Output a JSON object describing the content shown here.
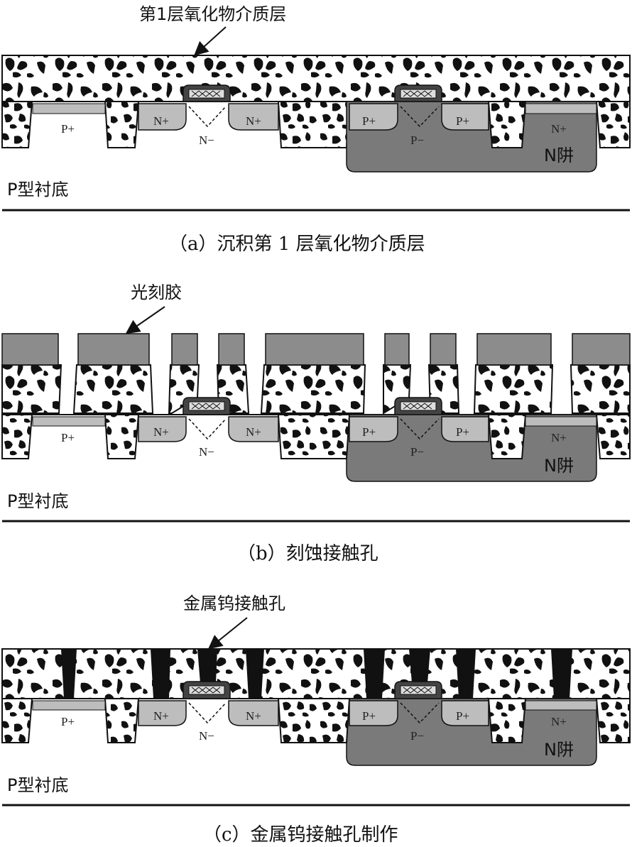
{
  "panels": [
    {
      "caption": "（a）沉积第 1 层氧化物介质层",
      "callout": "第1层氧化物介质层",
      "substrate": "P型衬底",
      "labels": {
        "p_plus_1": "P+",
        "n_plus_1": "N+",
        "n_plus_2": "N+",
        "n_minus": "N−",
        "p_plus_2": "P+",
        "p_plus_3": "P+",
        "p_minus": "P−",
        "n_plus_3": "N+",
        "n_well": "N阱"
      }
    },
    {
      "caption": "（b）刻蚀接触孔",
      "callout": "光刻胶",
      "substrate": "P型衬底",
      "labels": {
        "p_plus_1": "P+",
        "n_plus_1": "N+",
        "n_plus_2": "N+",
        "n_minus": "N−",
        "p_plus_2": "P+",
        "p_plus_3": "P+",
        "p_minus": "P−",
        "n_plus_3": "N+",
        "n_well": "N阱"
      }
    },
    {
      "caption": "（c）金属钨接触孔制作",
      "callout": "金属钨接触孔",
      "substrate": "P型衬底",
      "labels": {
        "p_plus_1": "P+",
        "n_plus_1": "N+",
        "n_plus_2": "N+",
        "n_minus": "N−",
        "p_plus_2": "P+",
        "p_plus_3": "P+",
        "p_minus": "P−",
        "n_plus_3": "N+",
        "n_well": "N阱"
      }
    }
  ],
  "colors": {
    "photoresist": "#8c8c8c",
    "n_well": "#7a7a7a",
    "doped_region": "#bdbdbd",
    "tungsten": "#111111",
    "oxide_fill": "#ffffff"
  }
}
